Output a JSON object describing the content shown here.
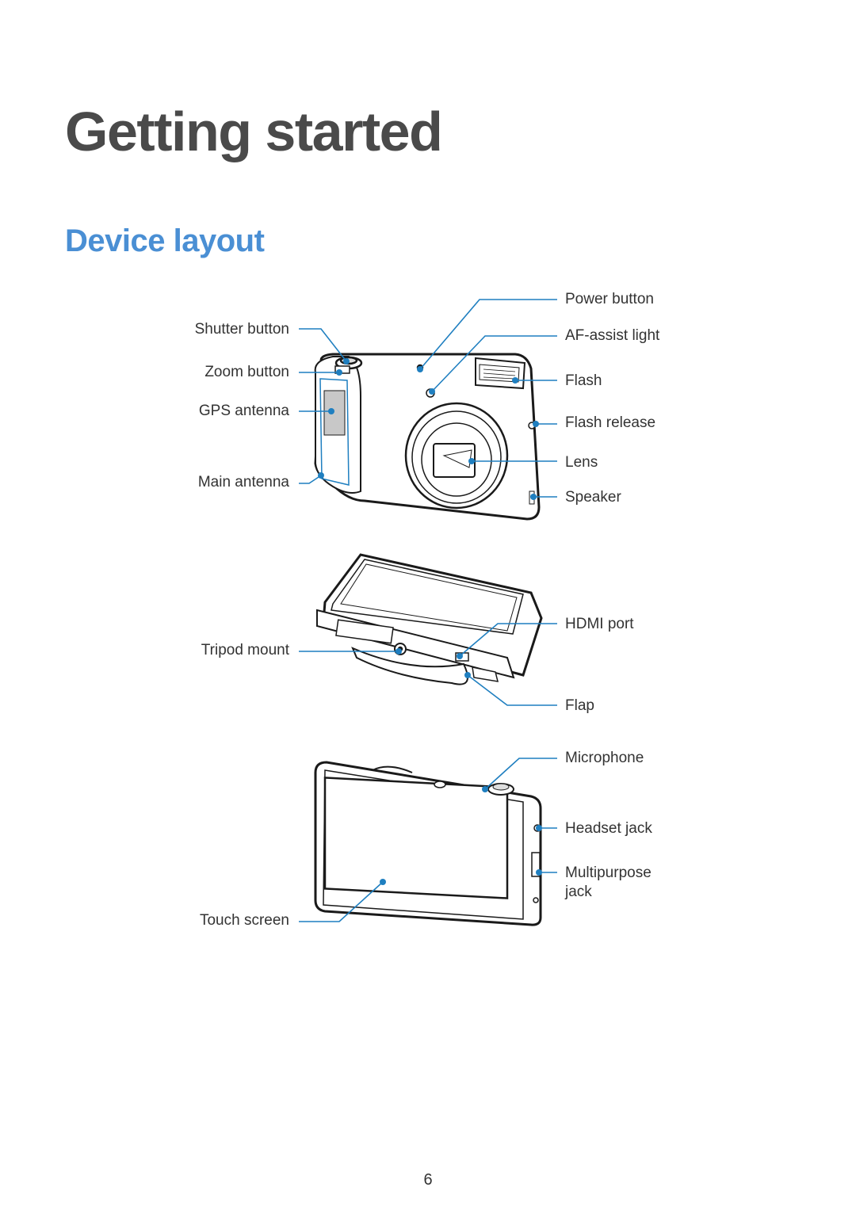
{
  "page": {
    "title": "Getting started",
    "section_title": "Device layout",
    "page_number": "6"
  },
  "figure_front": {
    "labels_left": {
      "shutter_button": "Shutter button",
      "zoom_button": "Zoom button",
      "gps_antenna": "GPS antenna",
      "main_antenna": "Main antenna"
    },
    "labels_right": {
      "power_button": "Power button",
      "af_assist_light": "AF-assist light",
      "flash": "Flash",
      "flash_release": "Flash release",
      "lens": "Lens",
      "speaker": "Speaker"
    }
  },
  "figure_bottom": {
    "labels_left": {
      "tripod_mount": "Tripod mount"
    },
    "labels_right": {
      "hdmi_port": "HDMI port",
      "flap": "Flap"
    }
  },
  "figure_back": {
    "labels_left": {
      "touch_screen": "Touch screen"
    },
    "labels_right": {
      "microphone": "Microphone",
      "headset_jack": "Headset jack",
      "multipurpose_jack_line1": "Multipurpose",
      "multipurpose_jack_line2": "jack"
    }
  },
  "colors": {
    "title": "#4a4a4a",
    "section": "#4a8fd4",
    "callout": "#1f7fc0"
  }
}
